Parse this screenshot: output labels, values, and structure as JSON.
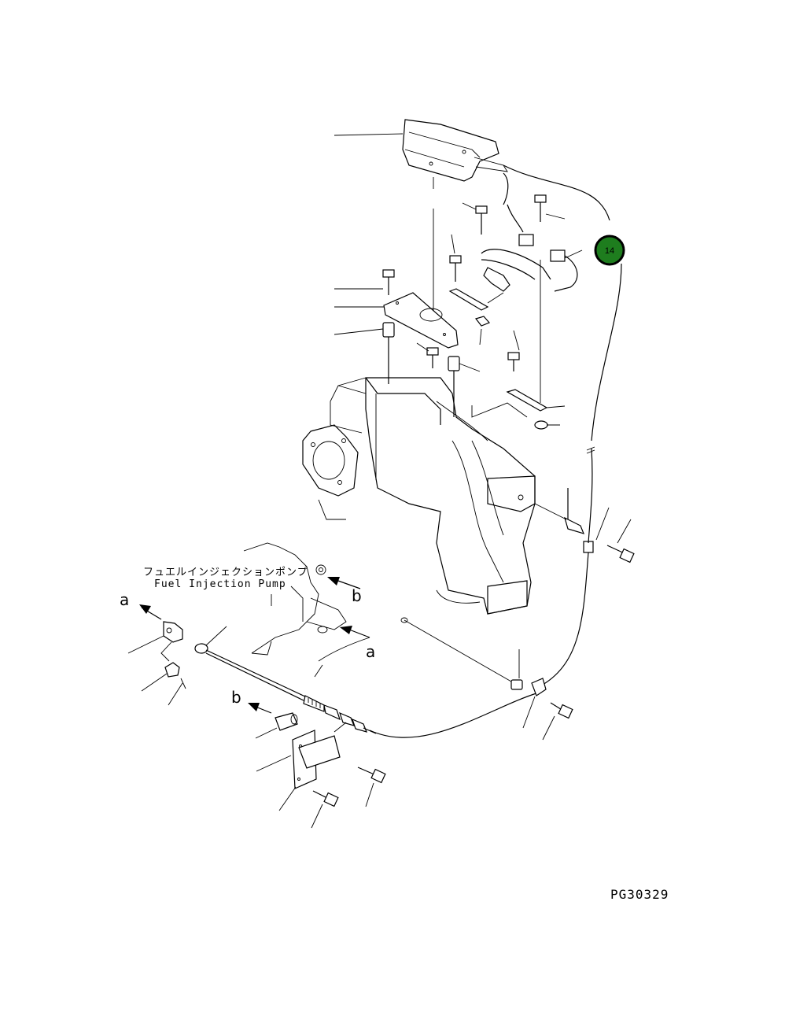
{
  "labels": {
    "pump_jp": "フュエルインジェクションポンプ",
    "pump_en": "Fuel Injection Pump",
    "view_a_1": "a",
    "view_a_2": "a",
    "view_b_1": "b",
    "view_b_2": "b",
    "drawing_code": "PG30329"
  },
  "callout": {
    "number": "14",
    "color": "#1e7d1e"
  },
  "colors": {
    "line": "#000000",
    "background": "#ffffff"
  }
}
